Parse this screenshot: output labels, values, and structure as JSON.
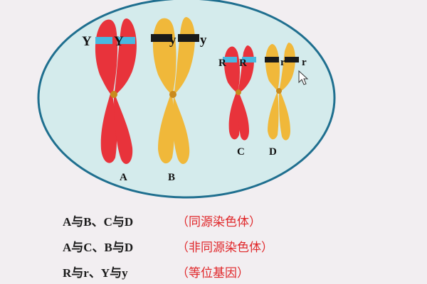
{
  "diagram": {
    "colors": {
      "red_chromosome": "#e8333b",
      "yellow_chromosome": "#f0b83a",
      "cell": "#d4ebec",
      "outline": "#1f6f8f",
      "band_blue": "#49b8e0",
      "band_black": "#1a1a1a"
    },
    "chromosome_labels": {
      "A": "A",
      "B": "B",
      "C": "C",
      "D": "D"
    },
    "gene_labels": {
      "Y1": "Y",
      "Y2": "Y",
      "y1": "y",
      "y2": "y",
      "R1": "R",
      "R2": "R",
      "r1": "r",
      "r2": "r"
    }
  },
  "relations": [
    {
      "pair": "A与B、C与D",
      "term": "（同源染色体）"
    },
    {
      "pair": "A与C、B与D",
      "term": "（非同源染色体）"
    },
    {
      "pair": "R与r、Y与y",
      "term": "（等位基因）"
    }
  ]
}
